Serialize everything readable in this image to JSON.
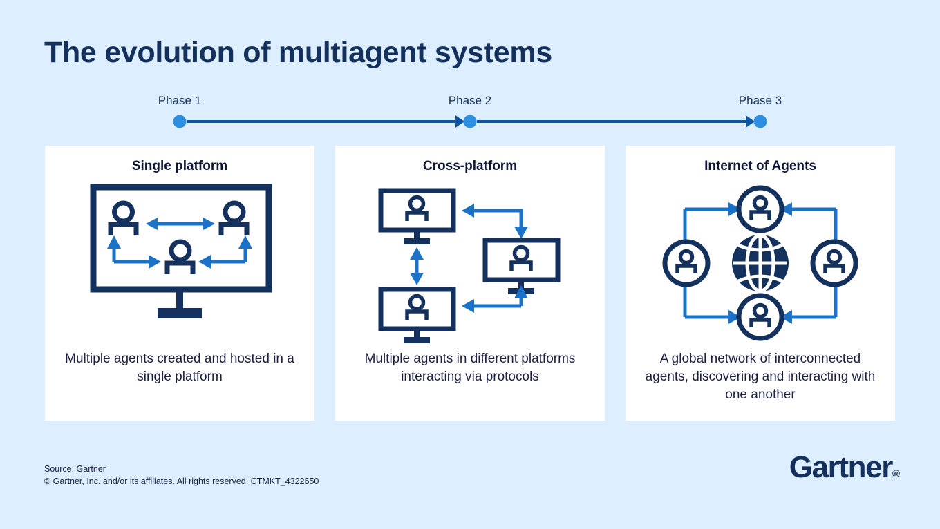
{
  "page": {
    "title": "The evolution of multiagent systems",
    "background_color": "#ddeeff",
    "navy": "#14305c",
    "accent_blue": "#0a54a5",
    "dot_blue": "#2e8fe0",
    "card_bg": "#ffffff"
  },
  "timeline": {
    "phases": [
      {
        "label": "Phase 1"
      },
      {
        "label": "Phase 2"
      },
      {
        "label": "Phase 3"
      }
    ]
  },
  "cards": [
    {
      "title": "Single platform",
      "caption": "Multiple agents created and hosted in a single platform",
      "figure": "single-monitor-three-agents"
    },
    {
      "title": "Cross-platform",
      "caption": "Multiple agents in different platforms interacting via protocols",
      "figure": "three-monitors-connected"
    },
    {
      "title": "Internet of Agents",
      "caption": "A global network of interconnected agents, discovering and interacting with one another",
      "figure": "globe-with-four-agents"
    }
  ],
  "footer": {
    "source": "Source: Gartner",
    "copyright": "© Gartner, Inc. and/or its affiliates. All rights reserved. CTMKT_4322650",
    "logo_text": "Gartner",
    "logo_mark": "®"
  }
}
